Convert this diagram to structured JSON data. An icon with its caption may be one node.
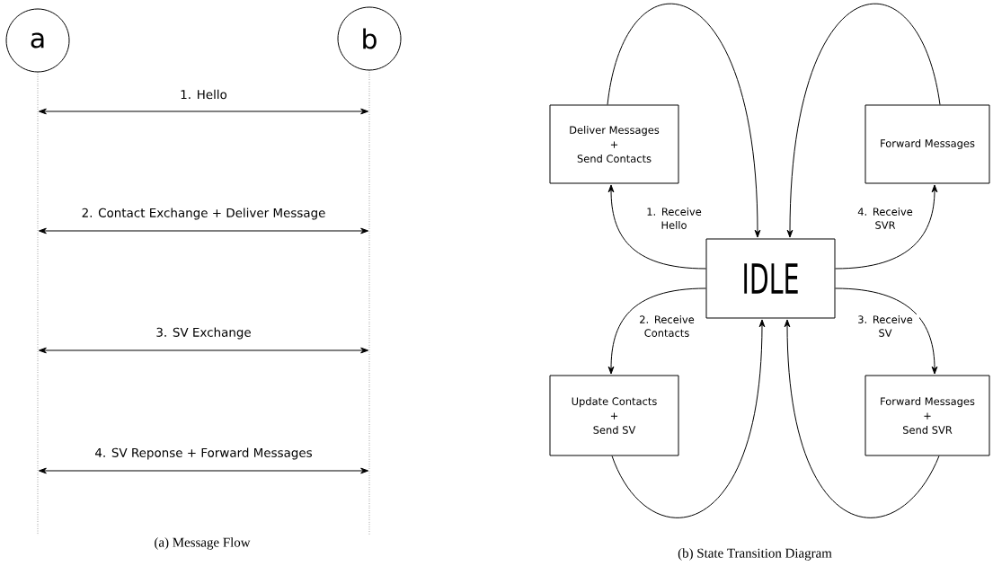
{
  "diagram": {
    "nodes": [
      {
        "text": [
          "a"
        ]
      },
      {
        "text": [
          "b"
        ]
      },
      {
        "text": [
          "IDLE"
        ]
      },
      {
        "text": [
          "Deliver Messages",
          "+",
          "Send Contacts"
        ]
      },
      {
        "text": [
          "Forward Messages"
        ]
      },
      {
        "text": [
          "Update Contacts",
          "+",
          "Send SV"
        ]
      },
      {
        "text": [
          "Forward Messages",
          "+",
          "Send SVR"
        ]
      }
    ],
    "edges": [
      {
        "from": 0,
        "to": 1,
        "arrow": "both",
        "label": "1. Hello"
      },
      {
        "from": 0,
        "to": 1,
        "arrow": "both",
        "label": "2. Contact Exchange + Deliver Message"
      },
      {
        "from": 0,
        "to": 1,
        "arrow": "both",
        "label": "3. SV Exchange"
      },
      {
        "from": 0,
        "to": 1,
        "arrow": "both",
        "label": "4. SV Reponse + Forward Messages"
      },
      {
        "from": 3,
        "to": 2,
        "arrow": "to"
      },
      {
        "from": 4,
        "to": 2,
        "arrow": "to"
      },
      {
        "from": 2,
        "to": 3,
        "arrow": "to",
        "label": "1. Receive Hello"
      },
      {
        "from": 2,
        "to": 4,
        "arrow": "to",
        "label": "4. Receive SVR"
      },
      {
        "from": 2,
        "to": 5,
        "arrow": "to",
        "label": "2. Receive Contacts"
      },
      {
        "from": 2,
        "to": 6,
        "arrow": "to",
        "label": "3. Receive SV"
      },
      {
        "from": 5,
        "to": 2,
        "arrow": "to"
      },
      {
        "from": 6,
        "to": 2,
        "arrow": "to"
      }
    ],
    "labels": [
      "(a) Message Flow",
      "(b) State Transition Diagram"
    ]
  }
}
